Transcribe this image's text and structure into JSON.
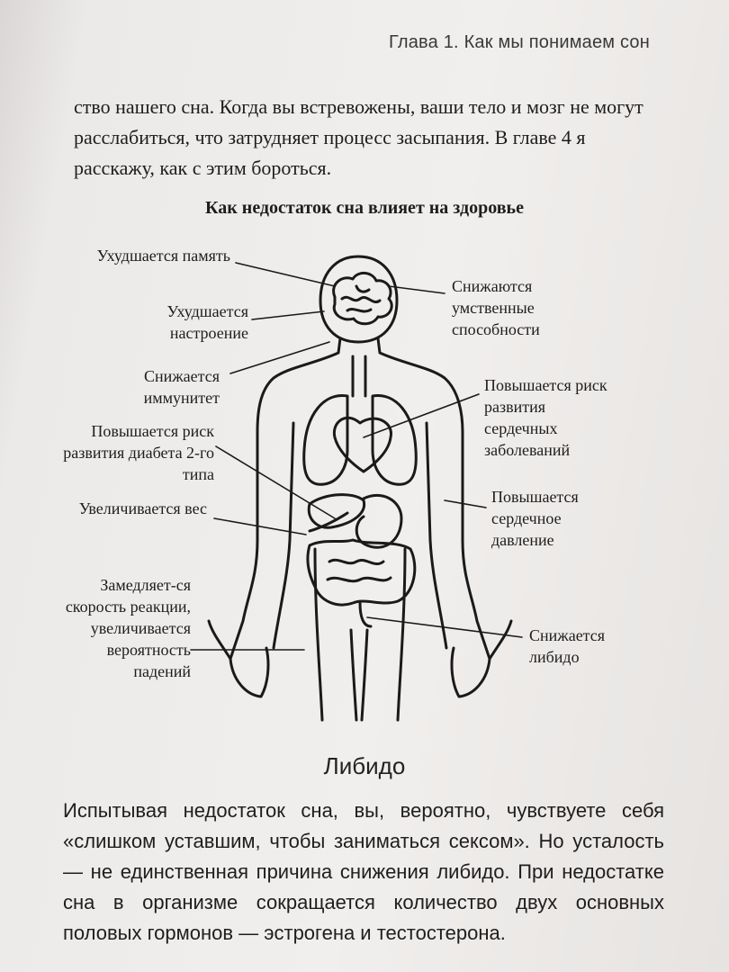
{
  "header": {
    "running_head": "Глава 1. Как мы понимаем сон"
  },
  "intro": {
    "text": "ство нашего сна. Когда вы встревожены, ваши тело и мозг не могут расслабиться, что затрудняет процесс засыпания. В главе 4 я расскажу, как с этим бороться."
  },
  "figure": {
    "title": "Как недостаток сна влияет на здоровье",
    "left_labels": [
      "Ухудшается память",
      "Ухудшается настроение",
      "Снижается иммунитет",
      "Повышается риск развития диабета 2-го типа",
      "Увеличивается вес",
      "Замедляет-ся скорость реакции, увеличивается вероятность падений"
    ],
    "right_labels": [
      "Снижаются умственные способности",
      "Повышается риск развития сердечных заболеваний",
      "Повышается сердечное давление",
      "Снижается либидо"
    ]
  },
  "section": {
    "title": "Либидо",
    "text": "Испытывая недостаток сна, вы, вероятно, чувствуете себя «слишком уставшим, чтобы заниматься сексом». Но усталость — не единственная причина снижения либидо. При недостатке сна в организме сокращается количество двух основных половых гормонов — эстрогена и тестостерона."
  }
}
